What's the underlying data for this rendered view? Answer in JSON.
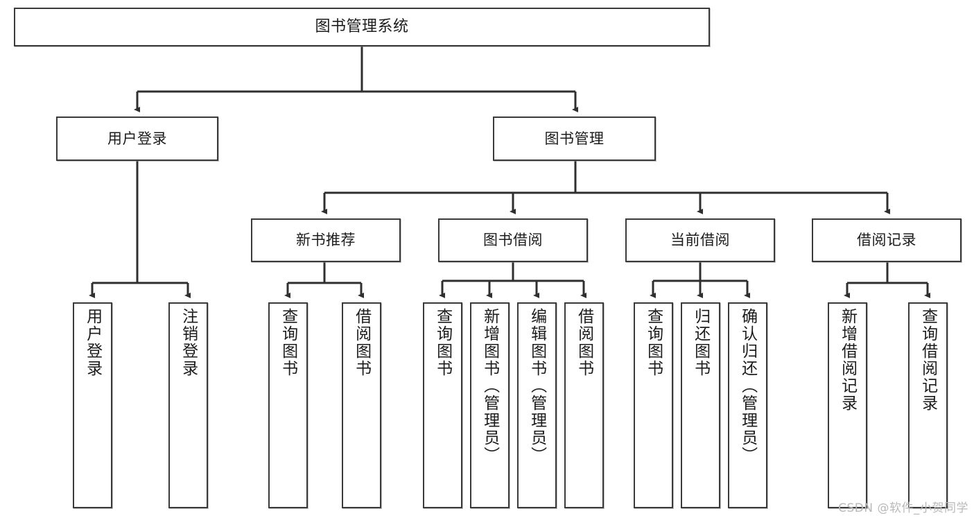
{
  "diagram": {
    "title": "图书管理系统",
    "type": "tree-hierarchy",
    "colors": {
      "box_border": "#3a3a3a",
      "box_fill": "#ffffff",
      "edge": "#2f2f2f",
      "text": "#1c1c1c",
      "watermark": "#b9b9b9",
      "background": "#ffffff"
    },
    "root": {
      "label": "图书管理系统"
    },
    "level2": [
      {
        "label": "用户登录"
      },
      {
        "label": "图书管理"
      }
    ],
    "level3": [
      {
        "label": "新书推荐"
      },
      {
        "label": "图书借阅"
      },
      {
        "label": "当前借阅"
      },
      {
        "label": "借阅记录"
      }
    ],
    "leaves": [
      {
        "label": "用户登录"
      },
      {
        "label": "注销登录"
      },
      {
        "label": "查询图书"
      },
      {
        "label": "借阅图书"
      },
      {
        "label": "查询图书"
      },
      {
        "label": "新增图书（管理员）"
      },
      {
        "label": "编辑图书（管理员）"
      },
      {
        "label": "借阅图书"
      },
      {
        "label": "查询图书"
      },
      {
        "label": "归还图书"
      },
      {
        "label": "确认归还（管理员）"
      },
      {
        "label": "新增借阅记录"
      },
      {
        "label": "查询借阅记录"
      }
    ]
  },
  "watermark": {
    "text": "CSDN @软件_小贺同学"
  }
}
